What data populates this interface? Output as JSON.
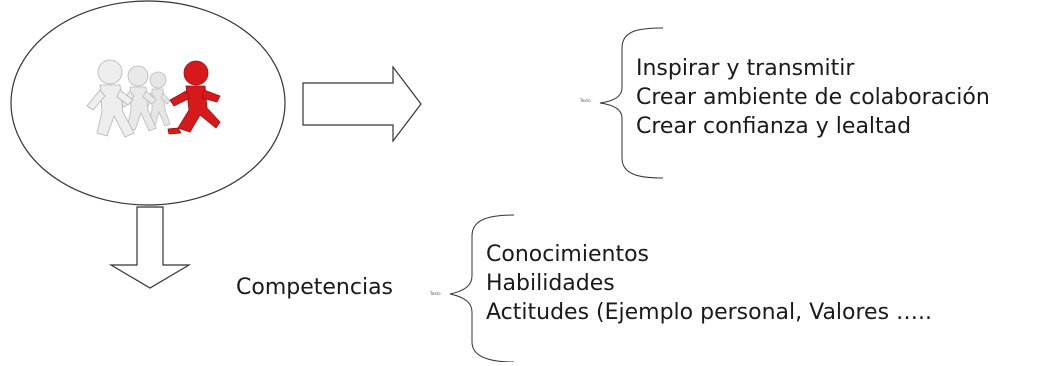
{
  "diagram": {
    "colors": {
      "line": "#333333",
      "runner_lead": "#d7191c",
      "runner_lead_shade": "#9e1010",
      "runners_back": "#e6e6e6",
      "runners_back_shade": "#b3b3b3"
    },
    "icons": [
      "ellipse-node",
      "runners-illustration",
      "right-arrow-icon",
      "down-arrow-icon",
      "curly-brace-icon"
    ],
    "top_branch": {
      "placeholder": "Texto",
      "items": [
        "Inspirar y transmitir",
        "Crear ambiente de colaboración",
        "Crear confianza y lealtad"
      ]
    },
    "bottom_branch": {
      "label": "Competencias",
      "placeholder": "Texto",
      "items": [
        "Conocimientos",
        "Habilidades",
        "Actitudes (Ejemplo personal, Valores ….."
      ]
    }
  }
}
